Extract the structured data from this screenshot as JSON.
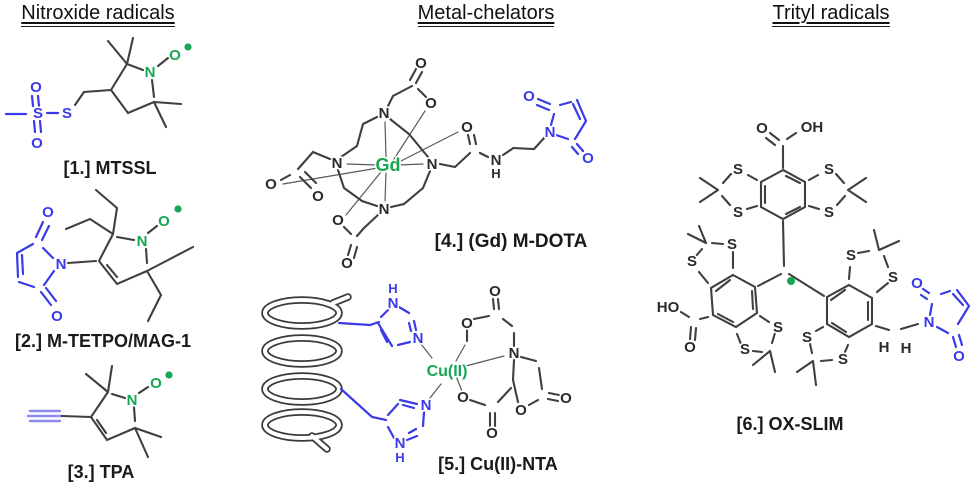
{
  "figure": {
    "headers": [
      {
        "text": "Nitroxide radicals"
      },
      {
        "text": "Metal-chelators"
      },
      {
        "text": "Trityl radicals"
      }
    ],
    "labels": {
      "m1": "[1.] MTSSL",
      "m2": "[2.] M-TETPO/MAG-1",
      "m3": "[3.] TPA",
      "m4": "[4.] (Gd) M-DOTA",
      "m5": "[5.] Cu(II)-NTA",
      "m6": "[6.] OX-SLIM"
    },
    "colors": {
      "skeleton": "#3f3f3f",
      "maleimide_blue": "#3a3ae8",
      "alkyne_light_blue": "#8a8af0",
      "radical_green": "#17a653"
    },
    "atoms": {
      "m1": {
        "o_top": "O",
        "s1": "S",
        "o_bot": "O",
        "s2": "S",
        "n": "N",
        "o": "O"
      },
      "m2": {
        "o_top": "O",
        "n_mal": "N",
        "o_bot": "O",
        "n": "N",
        "o": "O"
      },
      "m3": {
        "n": "N",
        "o": "O"
      },
      "m4": {
        "n_top": "N",
        "n_left": "N",
        "n_right": "N",
        "n_bot": "N",
        "gd": "Gd",
        "o1": "O",
        "o2": "O",
        "o3": "O",
        "o4": "O",
        "o5": "O",
        "o6": "O",
        "o_amide": "O",
        "n_amide": "N",
        "h_amide": "H",
        "o_mal_top": "O",
        "n_mal": "N",
        "o_mal_bot": "O"
      },
      "m5": {
        "h_top": "H",
        "n1": "N",
        "n2": "N",
        "cu": "Cu(II)",
        "n3": "N",
        "n4": "N",
        "h_bot": "H",
        "o_top": "O",
        "o_left": "O",
        "n_nta": "N",
        "o_bl": "O",
        "o_bb": "O",
        "o_r": "O",
        "o_ester": "O"
      },
      "m6": {
        "o_cooh": "O",
        "oh": "OH",
        "ho": "HO",
        "o_l": "O",
        "s_t1": "S",
        "s_t2": "S",
        "s_t3": "S",
        "s_t4": "S",
        "s_l1": "S",
        "s_l2": "S",
        "s_l3": "S",
        "s_l4": "S",
        "s_r1": "S",
        "s_r2": "S",
        "s_r3": "S",
        "s_r4": "S",
        "h1": "H",
        "h2": "H",
        "o_mal_top": "O",
        "n_mal": "N",
        "o_mal_bot": "O"
      }
    }
  }
}
